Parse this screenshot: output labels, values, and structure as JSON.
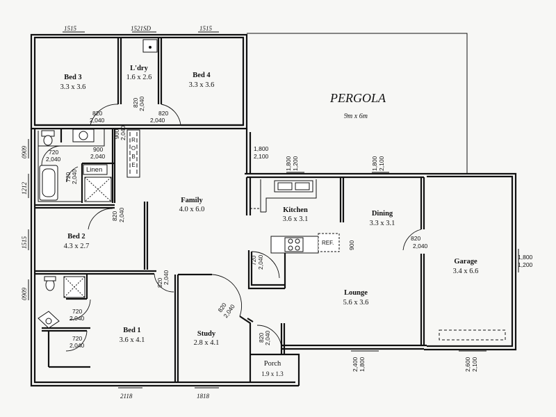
{
  "rooms": [
    {
      "id": "bed3",
      "name": "Bed 3",
      "size": "3.3 x 3.6"
    },
    {
      "id": "ldry",
      "name": "L'dry",
      "size": "1.6 x 2.6"
    },
    {
      "id": "bed4",
      "name": "Bed 4",
      "size": "3.3 x 3.6"
    },
    {
      "id": "family",
      "name": "Family",
      "size": "4.0 x 6.0"
    },
    {
      "id": "kitchen",
      "name": "Kitchen",
      "size": "3.6 x 3.1"
    },
    {
      "id": "dining",
      "name": "Dining",
      "size": "3.3 x 3.1"
    },
    {
      "id": "garage",
      "name": "Garage",
      "size": "3.4 x 6.6"
    },
    {
      "id": "bed2",
      "name": "Bed 2",
      "size": "4.3 x 2.7"
    },
    {
      "id": "lounge",
      "name": "Lounge",
      "size": "5.6 x 3.6"
    },
    {
      "id": "bed1",
      "name": "Bed 1",
      "size": "3.6 x 4.1"
    },
    {
      "id": "study",
      "name": "Study",
      "size": "2.8 x 4.1"
    },
    {
      "id": "porch",
      "name": "Porch",
      "size": "1.9 x 1.3"
    }
  ],
  "pergola": {
    "name": "PERGOLA",
    "size": "9m x 6m"
  },
  "labels": {
    "linen": "Linen",
    "ref": "REF.",
    "robe": "ROBE"
  },
  "dims": {
    "d820": "820",
    "d2040": "2,040",
    "d720": "720",
    "d900": "900",
    "d1800": "1,800",
    "d2100": "2,100",
    "d1200": "1,200",
    "d2400": "2,400",
    "d2600": "2,600"
  },
  "hand_notes": {
    "top_left": "1515",
    "top_mid": "1521SD",
    "top_right": "1515",
    "left_0909a": "0909",
    "left_1212": "1212",
    "left_1515": "1515",
    "left_0909b": "0909",
    "bottom_2118": "2118",
    "bottom_1818": "1818"
  }
}
